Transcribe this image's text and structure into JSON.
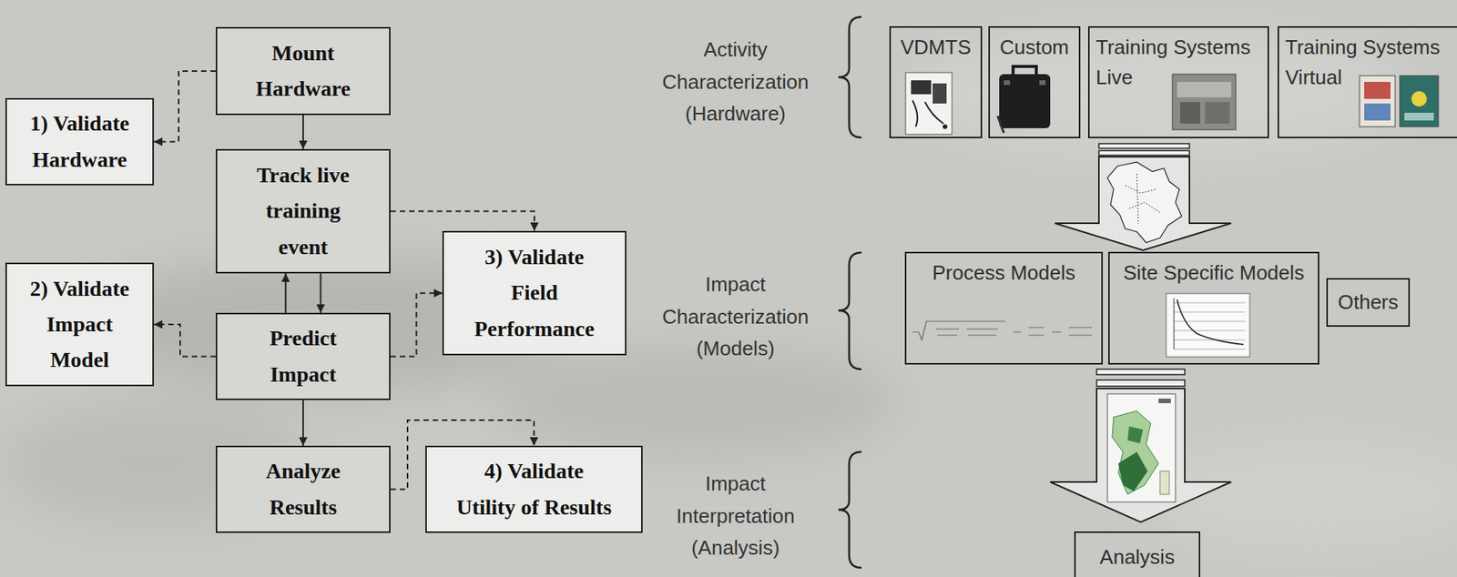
{
  "diagram": {
    "nodes": [
      {
        "text": [
          "Mount Hardware"
        ]
      },
      {
        "text": [
          "1) Validate Hardware"
        ]
      },
      {
        "text": [
          "Track live training event"
        ]
      },
      {
        "text": [
          "3) Validate Field Performance"
        ]
      },
      {
        "text": [
          "2) Validate Impact Model"
        ]
      },
      {
        "text": [
          "Predict Impact"
        ]
      },
      {
        "text": [
          "Analyze Results"
        ]
      },
      {
        "text": [
          "4) Validate Utility of Results"
        ]
      },
      {
        "text": [
          "VDMTS"
        ]
      },
      {
        "text": [
          "Custom"
        ]
      },
      {
        "text": [
          "Training Systems Live"
        ]
      },
      {
        "text": [
          "Training Systems Virtual"
        ]
      },
      {
        "text": [
          "Process Models"
        ]
      },
      {
        "text": [
          "Site Specific Models"
        ]
      },
      {
        "text": [
          "Others"
        ]
      },
      {
        "text": [
          "Analysis"
        ]
      }
    ],
    "edges": [
      {
        "from": 0,
        "to": 2,
        "arrow": "to"
      },
      {
        "from": 0,
        "to": 1,
        "arrow": "to"
      },
      {
        "from": 2,
        "to": 3,
        "arrow": "to"
      },
      {
        "from": 5,
        "to": 2,
        "arrow": "to"
      },
      {
        "from": 2,
        "to": 5,
        "arrow": "to"
      },
      {
        "from": 5,
        "to": 4,
        "arrow": "to"
      },
      {
        "from": 5,
        "to": 3,
        "arrow": "to"
      },
      {
        "from": 5,
        "to": 6,
        "arrow": "to"
      },
      {
        "from": 6,
        "to": 7,
        "arrow": "to"
      }
    ],
    "labels": [
      "Activity Characterization (Hardware)",
      "Impact Characterization (Models)",
      "Impact Interpretation (Analysis)"
    ]
  }
}
